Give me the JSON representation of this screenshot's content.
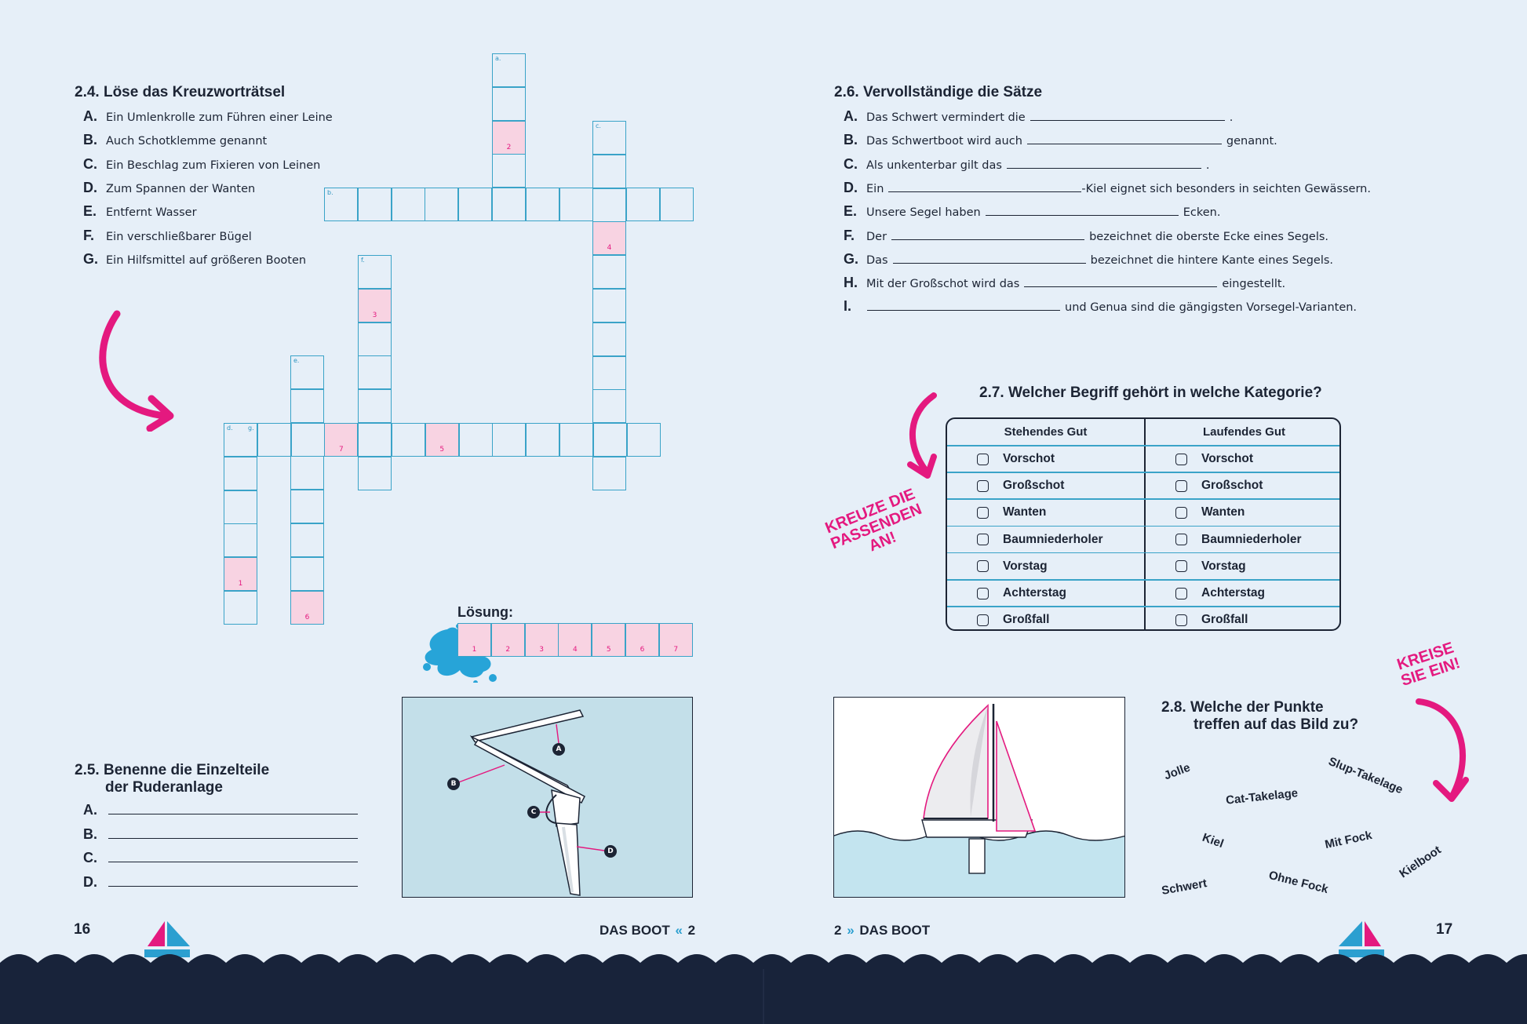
{
  "left_page": {
    "s24": {
      "title": "2.4. Löse das Kreuzworträtsel",
      "clues": [
        {
          "letter": "A.",
          "text": "Ein Umlenkrolle zum Führen einer Leine"
        },
        {
          "letter": "B.",
          "text": "Auch Schotklemme genannt"
        },
        {
          "letter": "C.",
          "text": "Ein Beschlag zum Fixieren von Leinen"
        },
        {
          "letter": "D.",
          "text": "Zum Spannen der Wanten"
        },
        {
          "letter": "E.",
          "text": "Entfernt Wasser"
        },
        {
          "letter": "F.",
          "text": "Ein verschließbarer Bügel"
        },
        {
          "letter": "G.",
          "text": "Ein Hilfsmittel auf größeren Booten"
        }
      ],
      "loesung_label": "Lösung:"
    },
    "s25": {
      "title_line1": "2.5. Benenne die Einzelteile",
      "title_line2": "der Ruderanlage",
      "items": [
        "A.",
        "B.",
        "C.",
        "D."
      ],
      "markers": [
        "A",
        "B",
        "C",
        "D"
      ]
    },
    "page_number": "16",
    "footer_text": "DAS BOOT",
    "footer_chapter": "2",
    "footer_chevron": "«"
  },
  "right_page": {
    "s26": {
      "title": "2.6. Vervollständige die Sätze",
      "sentences": [
        {
          "letter": "A.",
          "before": "Das Schwert vermindert die",
          "after": "."
        },
        {
          "letter": "B.",
          "before": "Das Schwertboot wird auch",
          "after": "genannt."
        },
        {
          "letter": "C.",
          "before": "Als unkenterbar gilt das",
          "after": "."
        },
        {
          "letter": "D.",
          "before": "Ein",
          "after": "-Kiel eignet sich besonders in seichten Gewässern."
        },
        {
          "letter": "E.",
          "before": "Unsere Segel haben",
          "after": "Ecken."
        },
        {
          "letter": "F.",
          "before": "Der",
          "after": "bezeichnet die oberste Ecke eines Segels."
        },
        {
          "letter": "G.",
          "before": "Das",
          "after": "bezeichnet die hintere Kante eines Segels."
        },
        {
          "letter": "H.",
          "before": "Mit der Großschot wird das",
          "after": "eingestellt."
        },
        {
          "letter": "I.",
          "before": "",
          "after": "und Genua sind die gängigsten Vorsegel-Varianten."
        }
      ]
    },
    "s27": {
      "title": "2.7. Welcher Begriff gehört in welche Kategorie?",
      "col1": "Stehendes Gut",
      "col2": "Laufendes Gut",
      "rows": [
        "Vorschot",
        "Großschot",
        "Wanten",
        "Baumniederholer",
        "Vorstag",
        "Achterstag",
        "Großfall"
      ],
      "badge_line1": "KREUZE DIE",
      "badge_line2": "PASSENDEN",
      "badge_line3": "AN!"
    },
    "s28": {
      "title_line1": "2.8. Welche der Punkte",
      "title_line2": "treffen auf das Bild zu?",
      "badge_line1": "KREISE",
      "badge_line2": "SIE EIN!",
      "words": [
        "Jolle",
        "Cat-Takelage",
        "Slup-Takelage",
        "Kiel",
        "Mit Fock",
        "Kielboot",
        "Schwert",
        "Ohne Fock"
      ]
    },
    "page_number": "17",
    "footer_text": "DAS BOOT",
    "footer_chapter": "2",
    "footer_chevron": "»"
  },
  "crossword": {
    "clue_labels": [
      "a.",
      "b.",
      "c.",
      "d.",
      "e.",
      "f.",
      "g."
    ],
    "solution_numbers": [
      "1",
      "2",
      "3",
      "4",
      "5",
      "6",
      "7"
    ]
  },
  "colors": {
    "background": "#e6eff8",
    "accent_pink": "#e4197f",
    "grid_blue": "#3aa3c8",
    "navy": "#1c2434",
    "cell_pink": "#f8d3e2"
  }
}
